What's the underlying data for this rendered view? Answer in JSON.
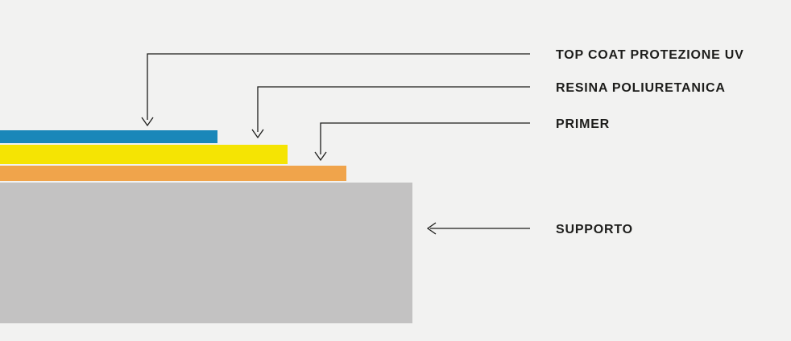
{
  "diagram": {
    "title": "coating-stack-diagram",
    "background_color": "#f2f2f1",
    "line_color": "#1d1d1b",
    "text_color": "#1d1d1b",
    "layers": [
      {
        "id": "top-coat",
        "label": "TOP COAT PROTEZIONE UV",
        "color": "#1a87b9"
      },
      {
        "id": "resina",
        "label": "RESINA POLIURETANICA",
        "color": "#f5e403"
      },
      {
        "id": "primer",
        "label": "PRIMER",
        "color": "#f0a44b"
      },
      {
        "id": "supporto",
        "label": "SUPPORTO",
        "color": "#c3c2c2"
      }
    ]
  }
}
